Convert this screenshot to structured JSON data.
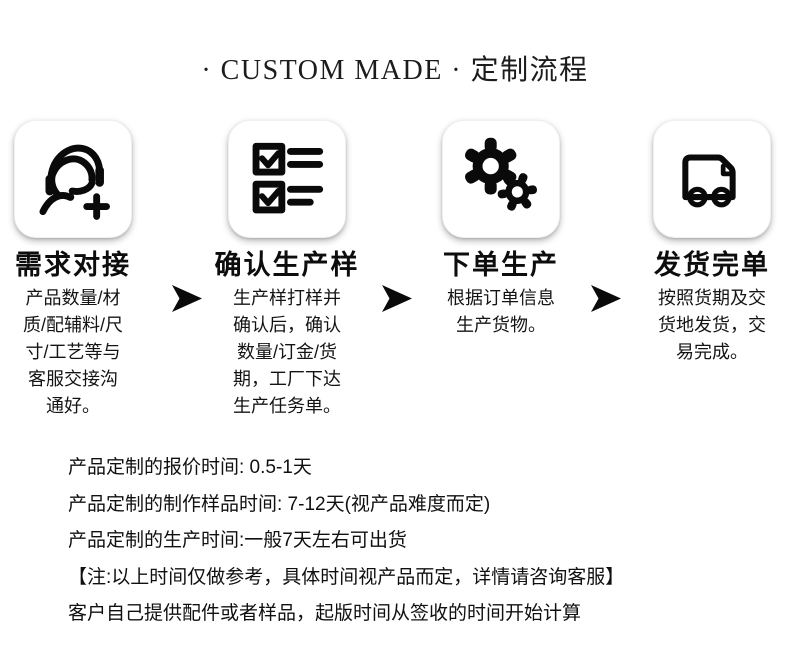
{
  "header": {
    "title": "· CUSTOM MADE · 定制流程"
  },
  "steps": [
    {
      "icon": "customer-service-headset-icon",
      "title": "需求对接",
      "desc": "产品数量/材\n质/配辅料/尺\n寸/工艺等与\n客服交接沟\n通好。"
    },
    {
      "icon": "checklist-icon",
      "title": "确认生产样",
      "desc": "生产样打样并\n确认后，确认\n数量/订金/货\n期，工厂下达\n生产任务单。"
    },
    {
      "icon": "gears-icon",
      "title": "下单生产",
      "desc": "根据订单信息\n生产货物。"
    },
    {
      "icon": "truck-icon",
      "title": "发货完单",
      "desc": "按照货期及交\n货地发货，交\n易完成。"
    }
  ],
  "arrow_icon": "right-arrow-icon",
  "notes": [
    "产品定制的报价时间: 0.5-1天",
    "产品定制的制作样品时间: 7-12天(视产品难度而定)",
    "产品定制的生产时间:一般7天左右可出货",
    "【注:以上时间仅做参考，具体时间视产品而定，详情请咨询客服】",
    "客户自己提供配件或者样品，起版时间从签收的时间开始计算"
  ],
  "colors": {
    "text": "#111111",
    "background": "#ffffff",
    "icon": "#0a0a0a"
  }
}
